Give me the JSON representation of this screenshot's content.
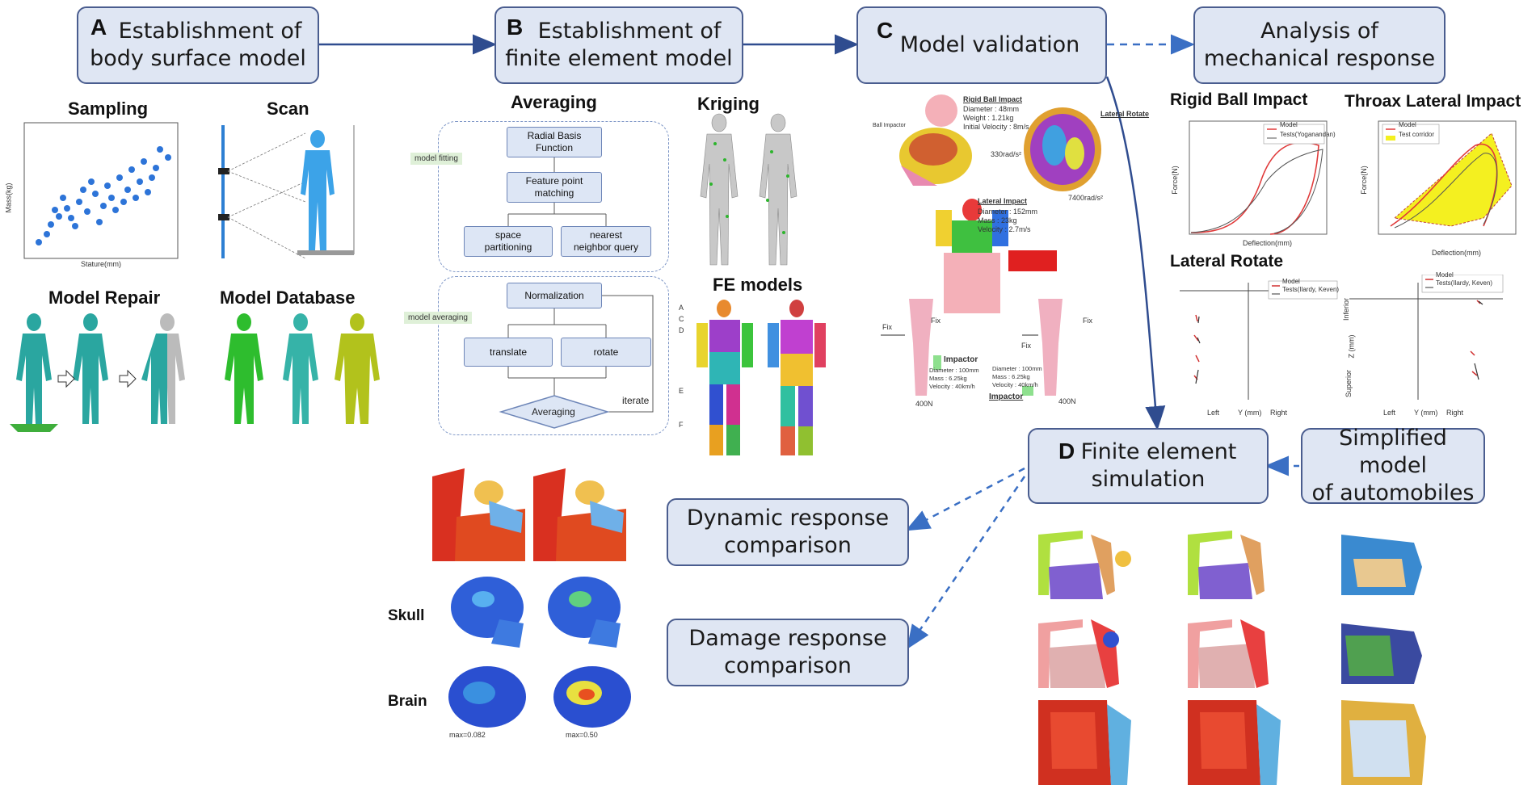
{
  "boxes": {
    "a": {
      "letter": "A",
      "line1": "Establishment of",
      "line2": "body surface model"
    },
    "b": {
      "letter": "B",
      "line1": "Establishment of",
      "line2": "finite element model"
    },
    "c": {
      "letter": "C",
      "line1": "Model validation"
    },
    "analysis": {
      "line1": "Analysis of",
      "line2": "mechanical response"
    },
    "d": {
      "letter": "D",
      "line1": "Finite element",
      "line2": "simulation"
    },
    "simplified": {
      "line1": "Simplified model",
      "line2": "of automobiles"
    },
    "dynamic": {
      "line1": "Dynamic response",
      "line2": "comparison"
    },
    "damage": {
      "line1": "Damage response",
      "line2": "comparison"
    }
  },
  "labels": {
    "sampling": "Sampling",
    "scan": "Scan",
    "model_repair": "Model Repair",
    "model_database": "Model Database",
    "averaging": "Averaging",
    "kriging": "Kriging",
    "fe_models": "FE models",
    "rigid_ball": "Rigid Ball Impact",
    "thorax": "Throax Lateral Impact",
    "lateral_rotate": "Lateral Rotate",
    "skull": "Skull",
    "brain": "Brain"
  },
  "flowchart": {
    "tag_fitting": "model fitting",
    "tag_averaging": "model averaging",
    "rbf_1": "Radial Basis",
    "rbf_2": "Function",
    "fpm_1": "Feature point",
    "fpm_2": "matching",
    "sp_1": "space",
    "sp_2": "partitioning",
    "nn_1": "nearest",
    "nn_2": "neighbor query",
    "normalization": "Normalization",
    "translate": "translate",
    "rotate": "rotate",
    "averaging": "Averaging",
    "iterate": "iterate"
  },
  "scatter": {
    "xlabel": "Stature(mm)",
    "ylabel": "Mass(kg)"
  },
  "validation_text": {
    "rigid_ball_title": "Rigid Ball Impact",
    "rigid_ball_d": "Diameter : 48mm",
    "rigid_ball_w": "Weight : 1.21kg",
    "rigid_ball_v": "Initial Velocity : 8m/s",
    "ball_impactor": "Ball Impactor",
    "lateral_rotate_title": "Lateral Rotate",
    "rot1": "330rad/s²",
    "rot2": "7400rad/s²",
    "lat_impact_title": "Lateral Impact",
    "lat_d": "Diameter : 152mm",
    "lat_m": "Mass : 23kg",
    "lat_v": "Velocity : 2.7m/s",
    "fix": "Fix",
    "impactor": "Impactor",
    "imp1_d": "Diameter : 100mm",
    "imp1_m": "Mass : 6.25kg",
    "imp1_v": "Velocity : 40km/h",
    "imp2_d": "Diameter : 100mm",
    "imp2_m": "Mass : 6.25kg",
    "imp2_v": "Velocity : 40km/h",
    "force1": "400N",
    "force2": "400N"
  },
  "graphs": {
    "rb_legend_model": "Model",
    "rb_legend_tests": "Tests(Yoganandan)",
    "rb_ylabel": "Force(N)",
    "rb_xlabel": "Deflection(mm)",
    "th_legend_model": "Model",
    "th_legend_corridor": "Test corridor",
    "th_ylabel": "Force(N)",
    "th_xlabel": "Deflection(mm)",
    "lr_legend_model": "Model",
    "lr_legend_tests": "Tests(Ilardy, Keven)",
    "lr_left": "Left",
    "lr_y": "Y (mm)",
    "lr_right": "Right",
    "lr_inferior": "Inferior",
    "lr_superior": "Superior",
    "lr_z": "Z (mm)"
  },
  "fe_letters": [
    "A",
    "C",
    "D",
    "E",
    "F"
  ],
  "max_labels": {
    "left": "max=0.082",
    "right": "max=0.50"
  },
  "colors": {
    "box_fill": "#dfe6f3",
    "box_border": "#4a5d8f",
    "arrow": "#2f4c8f",
    "dashed_arrow": "#3a6fc4"
  }
}
